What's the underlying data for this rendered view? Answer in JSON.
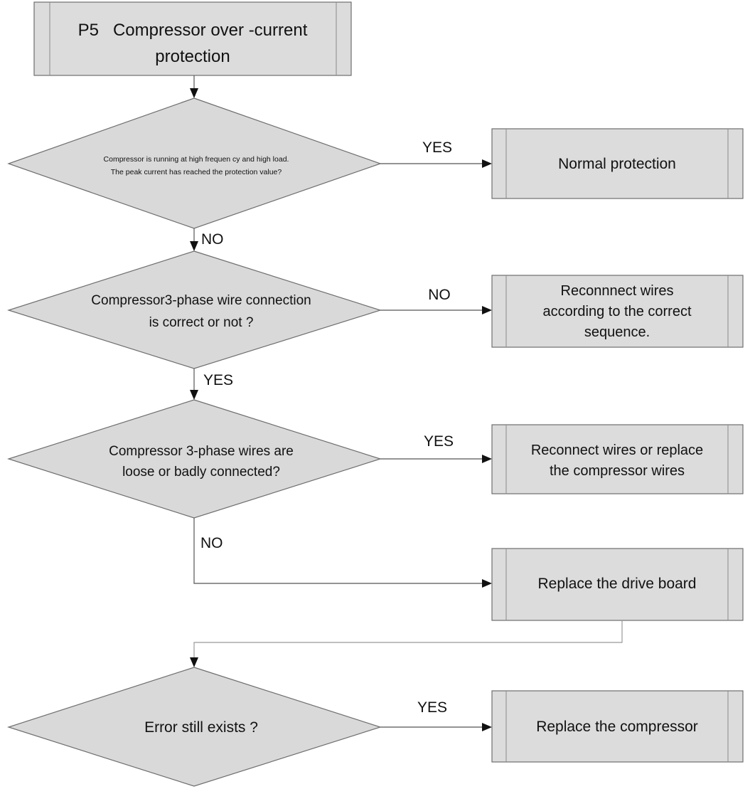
{
  "flowchart": {
    "start": {
      "line1": "P5   Compressor over -current",
      "line2": "protection"
    },
    "decision1": {
      "line1": "Compressor is running at high frequen cy and high load.",
      "line2": "The peak current has reached the protection value?",
      "yes_label": "YES",
      "no_label": "NO"
    },
    "result_normal": {
      "text": "Normal protection"
    },
    "decision2": {
      "line1": "Compressor3-phase wire connection",
      "line2": "is correct or not ?",
      "no_label": "NO",
      "yes_label": "YES"
    },
    "result_reconnect": {
      "line1": "Reconnnect wires",
      "line2": "according to the correct",
      "line3": "sequence."
    },
    "decision3": {
      "line1": "Compressor 3-phase wires are",
      "line2": "loose or badly connected?",
      "yes_label": "YES",
      "no_label": "NO"
    },
    "result_replace_wires": {
      "line1": "Reconnect wires or replace",
      "line2": "the compressor wires"
    },
    "result_drive_board": {
      "text": "Replace the drive board"
    },
    "decision4": {
      "text": "Error still exists ?",
      "yes_label": "YES"
    },
    "result_compressor": {
      "text": "Replace the compressor"
    }
  }
}
